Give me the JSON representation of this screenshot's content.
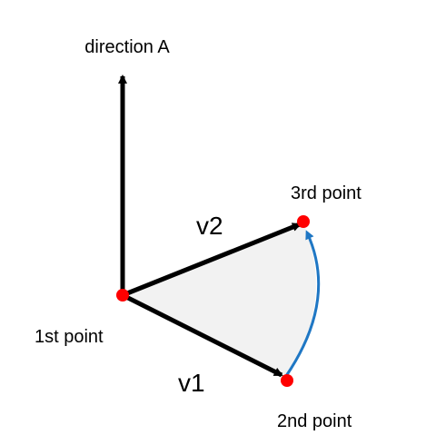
{
  "diagram": {
    "labels": {
      "direction": "direction A",
      "v1": "v1",
      "v2": "v2",
      "point1": "1st point",
      "point2": "2nd point",
      "point3": "3rd point"
    },
    "colors": {
      "vector": "#000000",
      "point": "#ff0000",
      "arc": "#1f77c4",
      "sector_fill": "#f2f2f2"
    }
  }
}
